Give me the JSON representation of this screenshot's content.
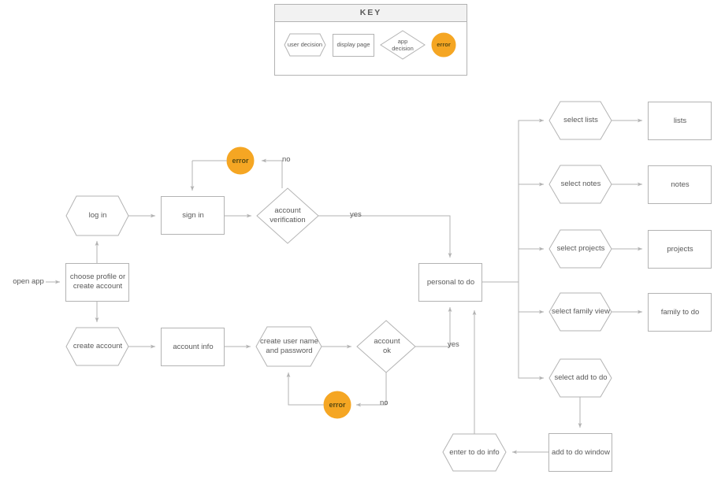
{
  "key": {
    "title": "KEY",
    "items": [
      {
        "label": "user decision",
        "shape": "hexagon"
      },
      {
        "label": "display page",
        "shape": "rectangle"
      },
      {
        "label": "app\ndecision",
        "shape": "diamond"
      },
      {
        "label": "error",
        "shape": "circle"
      }
    ]
  },
  "colors": {
    "stroke": "#b3b3b3",
    "error_fill": "#f5a623",
    "text": "#595959"
  },
  "nodes": [
    {
      "id": "open-app",
      "label": "open app",
      "shape": "text"
    },
    {
      "id": "log-in",
      "label": "log in",
      "shape": "hexagon"
    },
    {
      "id": "choose-profile",
      "label": "choose profile or\ncreate account",
      "shape": "rectangle"
    },
    {
      "id": "create-account",
      "label": "create account",
      "shape": "hexagon"
    },
    {
      "id": "sign-in",
      "label": "sign in",
      "shape": "rectangle"
    },
    {
      "id": "account-verification",
      "label": "account\nverification",
      "shape": "diamond"
    },
    {
      "id": "error-sign-in",
      "label": "error",
      "shape": "circle"
    },
    {
      "id": "account-info",
      "label": "account info",
      "shape": "rectangle"
    },
    {
      "id": "create-user-name",
      "label": "create user name\nand password",
      "shape": "hexagon"
    },
    {
      "id": "account-ok",
      "label": "account\nok",
      "shape": "diamond"
    },
    {
      "id": "error-account",
      "label": "error",
      "shape": "circle"
    },
    {
      "id": "personal-to-do",
      "label": "personal to do",
      "shape": "rectangle"
    },
    {
      "id": "select-lists",
      "label": "select lists",
      "shape": "hexagon"
    },
    {
      "id": "lists",
      "label": "lists",
      "shape": "rectangle"
    },
    {
      "id": "select-notes",
      "label": "select notes",
      "shape": "hexagon"
    },
    {
      "id": "notes",
      "label": "notes",
      "shape": "rectangle"
    },
    {
      "id": "select-projects",
      "label": "select projects",
      "shape": "hexagon"
    },
    {
      "id": "projects",
      "label": "projects",
      "shape": "rectangle"
    },
    {
      "id": "select-family-view",
      "label": "select family view",
      "shape": "hexagon"
    },
    {
      "id": "family-to-do",
      "label": "family to do",
      "shape": "rectangle"
    },
    {
      "id": "select-add-to-do",
      "label": "select add to do",
      "shape": "hexagon"
    },
    {
      "id": "add-to-do-window",
      "label": "add to do window",
      "shape": "rectangle"
    },
    {
      "id": "enter-to-do-info",
      "label": "enter to do info",
      "shape": "hexagon"
    }
  ],
  "edge_labels": [
    {
      "id": "no-sign-in",
      "text": "no"
    },
    {
      "id": "yes-verification",
      "text": "yes"
    },
    {
      "id": "yes-account-ok",
      "text": "yes"
    },
    {
      "id": "no-account-ok",
      "text": "no"
    }
  ]
}
